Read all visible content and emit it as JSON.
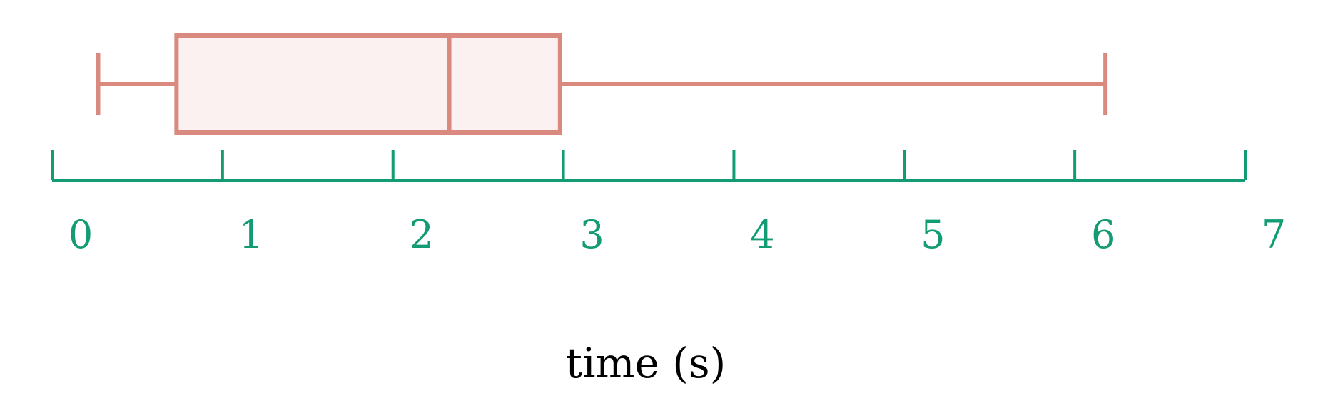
{
  "chart_data": {
    "type": "boxplot",
    "orientation": "horizontal",
    "xlabel": "time (s)",
    "xlim": [
      0,
      7
    ],
    "ticks": [
      0,
      1,
      2,
      3,
      4,
      5,
      6,
      7
    ],
    "tick_labels": [
      "0",
      "1",
      "2",
      "3",
      "4",
      "5",
      "6",
      "7"
    ],
    "box": {
      "whisker_low": 0.27,
      "q1": 0.73,
      "median": 2.33,
      "q3": 2.98,
      "whisker_high": 6.18
    },
    "colors": {
      "box_stroke": "#d9897d",
      "box_fill": "#fbf1f0",
      "axis": "#139c74",
      "label": "#000000"
    }
  }
}
